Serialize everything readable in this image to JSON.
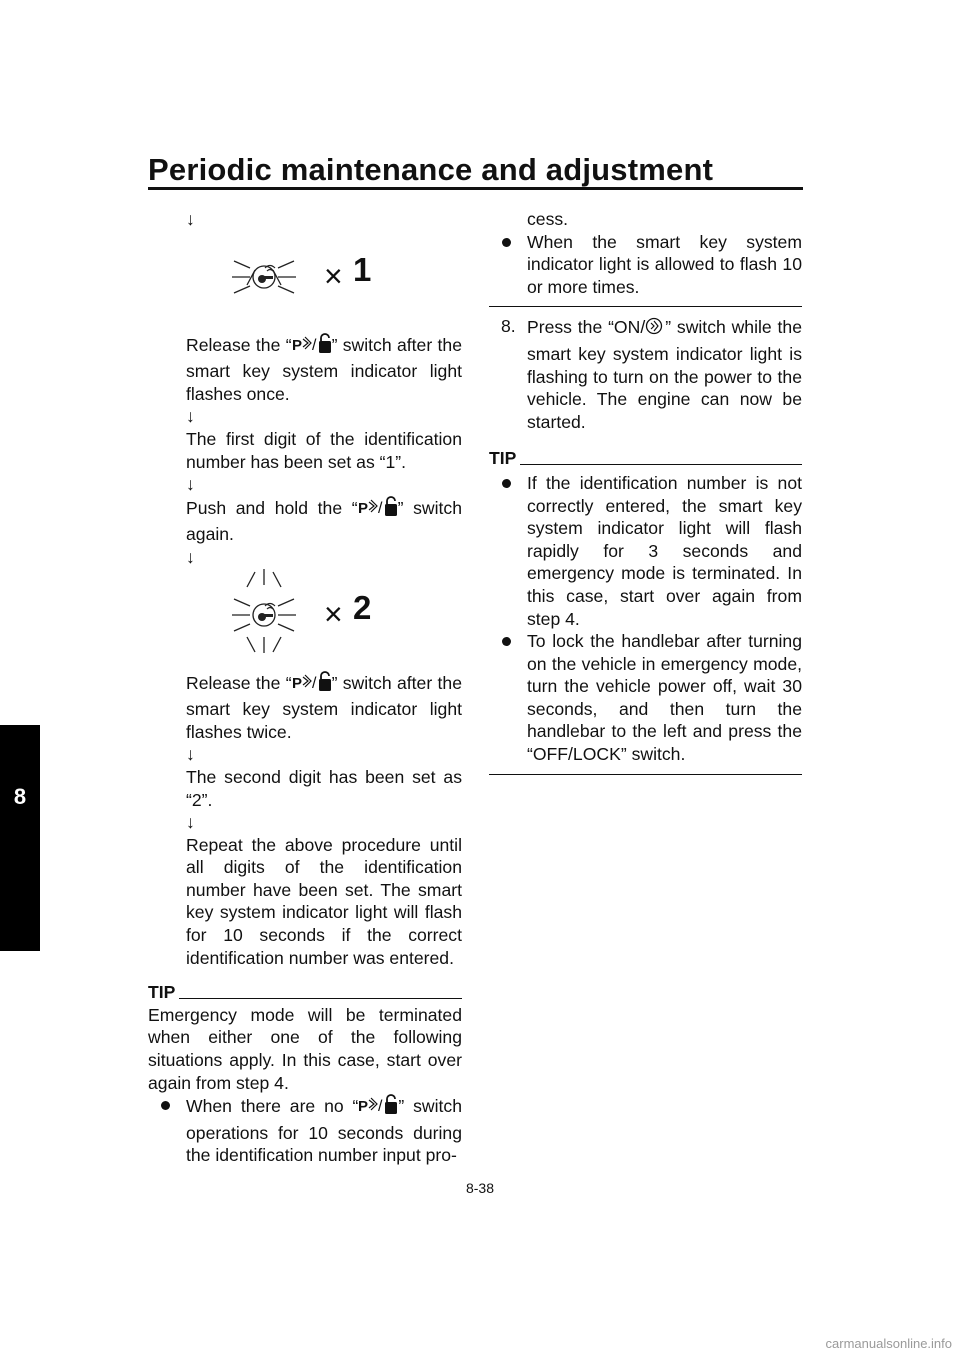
{
  "header": {
    "title": "Periodic maintenance and adjustment"
  },
  "chapter_tab": "8",
  "left": {
    "arrow": "↓",
    "fig1_count": "1",
    "fig2_count": "2",
    "times": "×",
    "release1_a": "Release the “",
    "release1_b": "” switch after the smart key system indicator light flashes once.",
    "first_digit": "The first digit of the identification number has been set as “1”.",
    "push_a": "Push and hold the “",
    "push_b": "” switch again.",
    "release2_a": "Release the “",
    "release2_b": "” switch after the smart key system indicator light flashes twice.",
    "second_digit": "The second digit has been set as “2”.",
    "repeat": "Repeat the above procedure until all digits of the identification number have been set. The smart key system indicator light will flash for 10 seconds if the correct identification number was entered.",
    "tip_label": "TIP",
    "tip_text": "Emergency mode will be terminated when either one of the following situations apply. In this case, start over again from step 4.",
    "bullet1_a": "When there are no “",
    "bullet1_b": "” switch operations for 10 seconds during the identification number input pro-"
  },
  "right": {
    "cont": "cess.",
    "bullet2": "When the smart key system indicator light is allowed to flash 10 or more times.",
    "step_num": "8.",
    "step_a": "Press the “ON/",
    "step_b": "” switch while the smart key system indicator light is flashing to turn on the power to the vehicle. The engine can now be started.",
    "tip_label": "TIP",
    "tip_bullet1": "If the identification number is not correctly entered, the smart key system indicator light will flash rapidly for 3 seconds and emergency mode is terminated. In this case, start over again from step 4.",
    "tip_bullet2": "To lock the handlebar after turning on the vehicle in emergency mode, turn the vehicle power off, wait 30 seconds, and then turn the handlebar to the left and press the “OFF/LOCK” switch."
  },
  "footer": {
    "page_number": "8-38",
    "watermark": "carmanualsonline.info"
  }
}
